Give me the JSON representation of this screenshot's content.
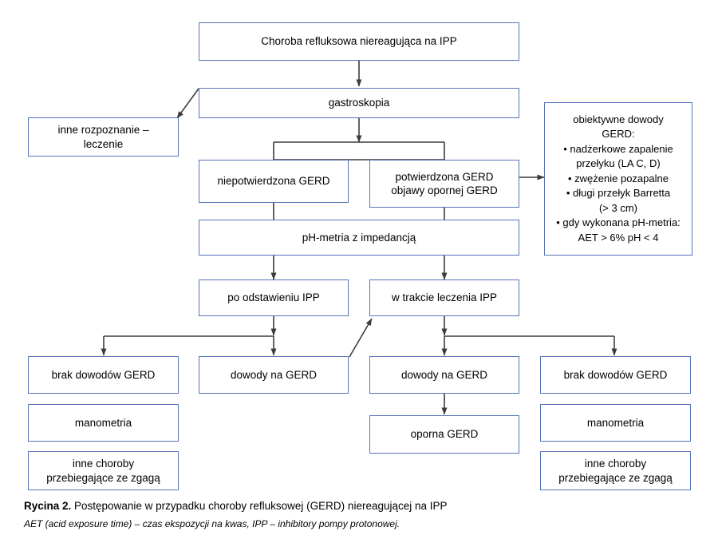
{
  "figure": {
    "caption_label": "Rycina 2.",
    "caption_title": " Postępowanie w przypadku choroby refluksowej (GERD) niereagującej na IPP",
    "caption_note": "AET (acid exposure time) – czas ekspozycji na kwas, IPP – inhibitory pompy protonowej."
  },
  "style": {
    "box_border_color": "#5573b8",
    "connector_color": "#3c3c3c",
    "background_color": "#ffffff",
    "text_color": "#000000"
  },
  "nodes": {
    "start": "Choroba refluksowa niereagująca na IPP",
    "gastroscopy": "gastroskopia",
    "other_diagnosis": "inne rozpoznanie –\nleczenie",
    "gerd_unconfirmed": "niepotwierdzona GERD",
    "gerd_confirmed": "potwierdzona GERD\nobjawy opornej GERD",
    "objective_evidence_panel": "obiektywne dowody\nGERD:\n• nadżerkowe zapalenie\nprzełyku (LA C, D)\n• zwężenie pozapalne\n• długi przełyk Barretta\n(> 3 cm)\n• gdy wykonana pH-metria:\nAET > 6% pH < 4",
    "ph_impedance": "pH-metria z impedancją",
    "off_ppi": "po odstawieniu IPP",
    "on_ppi": "w trakcie leczenia IPP",
    "off_no_evidence": "brak dowodów GERD",
    "off_evidence": "dowody na GERD",
    "on_evidence": "dowody na GERD",
    "on_no_evidence": "brak dowodów GERD",
    "off_manometry": "manometria",
    "off_other_heartburn": "inne choroby\nprzebiegające ze zgagą",
    "on_refractory_gerd": "oporna GERD",
    "on_manometry": "manometria",
    "on_other_heartburn": "inne choroby\nprzebiegające ze zgagą"
  }
}
